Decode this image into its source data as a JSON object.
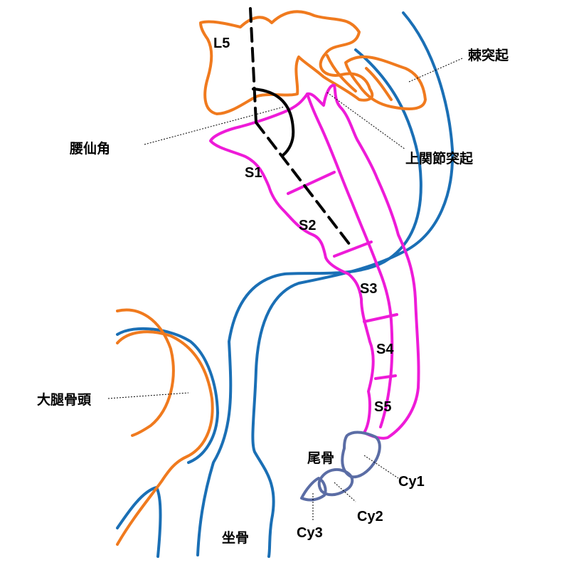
{
  "labels": {
    "l5": "L5",
    "spinous_process": "棘突起",
    "lumbosacral_angle": "腰仙角",
    "superior_articular_process": "上関節突起",
    "s1": "S1",
    "s2": "S2",
    "s3": "S3",
    "s4": "S4",
    "s5": "S5",
    "femoral_head": "大腿骨頭",
    "coccyx": "尾骨",
    "cy1": "Cy1",
    "cy2": "Cy2",
    "cy3": "Cy3",
    "ischium": "坐骨"
  },
  "colors": {
    "lumbar": "#f07a1e",
    "sacrum": "#ee1bd8",
    "pelvis": "#1a6fb5",
    "coccyx": "#5b6da5",
    "axis": "#000000",
    "background": "#ffffff"
  }
}
